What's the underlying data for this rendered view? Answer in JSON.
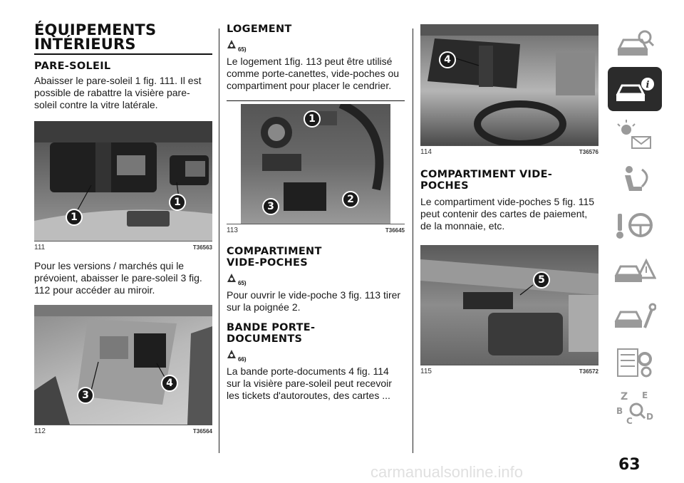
{
  "col1": {
    "title": "ÉQUIPEMENTS INTÉRIEURS",
    "section1_heading": "PARE-SOLEIL",
    "section1_text": "Abaisser le pare-soleil 1 fig. 111. Il est possible de rabattre la visière pare-soleil contre la vitre latérale.",
    "fig111": {
      "number": "111",
      "code": "T36563",
      "callouts": [
        "1",
        "1"
      ]
    },
    "section1_text2": "Pour les versions / marchés qui le prévoient, abaisser le pare-soleil 3 fig. 112 pour accéder au miroir.",
    "fig112": {
      "number": "112",
      "code": "T36564",
      "callouts": [
        "3",
        "4"
      ]
    }
  },
  "col2": {
    "section2_heading": "LOGEMENT",
    "section2_warn_ref": "65)",
    "section2_text": "Le logement 1fig. 113 peut être utilisé comme porte-canettes, vide-poches ou compartiment pour placer le cendrier.",
    "fig113": {
      "number": "113",
      "code": "T36645",
      "callouts": [
        "1",
        "3",
        "2"
      ]
    },
    "section3_heading": "COMPARTIMENT VIDE-POCHES",
    "section3_warn_ref": "65)",
    "section3_text": "Pour ouvrir le vide-poche 3 fig. 113 tirer sur la poignée 2.",
    "section4_heading": "BANDE PORTE-DOCUMENTS",
    "section4_warn_ref": "66)",
    "section4_text": "La bande porte-documents 4 fig. 114 sur la visière pare-soleil peut recevoir les tickets d'autoroutes, des cartes ..."
  },
  "col3": {
    "fig114": {
      "number": "114",
      "code": "T36576",
      "callouts": [
        "4"
      ]
    },
    "section5_heading": "COMPARTIMENT VIDE-POCHES",
    "section5_text": "Le compartiment vide-poches 5 fig. 115 peut contenir des cartes de paiement, de la monnaie, etc.",
    "fig115": {
      "number": "115",
      "code": "T36572",
      "callouts": [
        "5"
      ]
    }
  },
  "sidebar": {
    "tabs": [
      {
        "icon": "car-search-icon",
        "active": false
      },
      {
        "icon": "car-info-icon",
        "active": true
      },
      {
        "icon": "warning-light-message-icon",
        "active": false
      },
      {
        "icon": "airbag-seat-icon",
        "active": false
      },
      {
        "icon": "key-steering-wheel-icon",
        "active": false
      },
      {
        "icon": "car-hazard-triangle-icon",
        "active": false
      },
      {
        "icon": "car-wrench-icon",
        "active": false
      },
      {
        "icon": "list-gear-icon",
        "active": false
      },
      {
        "icon": "alphabet-index-search-icon",
        "active": false
      }
    ],
    "alphabet_letters": [
      "Z",
      "E",
      "B",
      "C",
      "D"
    ]
  },
  "page_number": "63",
  "watermark": "carmanualsonline.info",
  "colors": {
    "ink": "#111111",
    "tab_active": "#2b2b2b",
    "tab_icon": "#9a9a9a"
  }
}
